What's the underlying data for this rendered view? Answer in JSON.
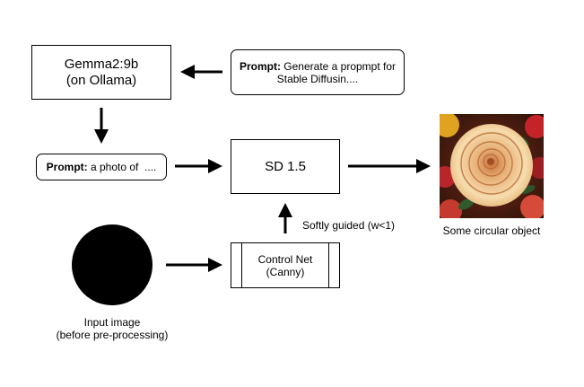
{
  "nodes": {
    "gemma": {
      "line1": "Gemma2:9b",
      "line2": "(on Ollama)"
    },
    "prompt_gen": {
      "bold": "Prompt:",
      "text1": " Generate a propmpt for",
      "text2": "Stable Diffusin...."
    },
    "prompt_photo": {
      "bold": "Prompt:",
      "text": " a photo of  ...."
    },
    "sd": {
      "label": "SD 1.5"
    },
    "controlnet": {
      "line1": "Control Net",
      "line2": "(Canny)"
    }
  },
  "labels": {
    "softly_guided": "Softly guided (w<1)",
    "output": "Some circular object",
    "input_line1": "Input image",
    "input_line2": "(before pre-processing)"
  },
  "colors": {
    "stroke": "#000000",
    "background": "#ffffff"
  }
}
